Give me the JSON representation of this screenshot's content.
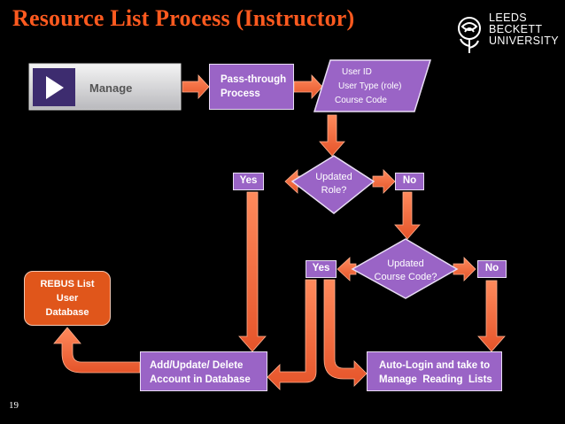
{
  "title": "Resource List Process (Instructor)",
  "logo": {
    "lines": [
      "LEEDS",
      "BECKETT",
      "UNIVERSITY"
    ]
  },
  "page_number": "19",
  "manage": {
    "label": "Manage"
  },
  "nodes": {
    "pass_through": [
      "Pass-through",
      "Process"
    ],
    "user_data": [
      "User ID",
      "User Type (role)",
      "Course Code"
    ],
    "updated_role": [
      "Updated",
      "Role?"
    ],
    "updated_course": [
      "Updated",
      "Course Code?"
    ],
    "rebus": [
      "REBUS List",
      "User",
      "Database"
    ],
    "add_update": [
      "Add/Update/ Delete",
      "Account in Database"
    ],
    "auto_login": [
      "Auto-Login and take to",
      "Manage  Reading  Lists"
    ]
  },
  "labels": {
    "yes": "Yes",
    "no": "No"
  },
  "colors": {
    "accent": "#ff5a1f",
    "node_fill": "#9a64c6",
    "node_border": "#e9ddf5",
    "rebus_fill": "#e0561b",
    "arrow": "#ff6a3a"
  }
}
